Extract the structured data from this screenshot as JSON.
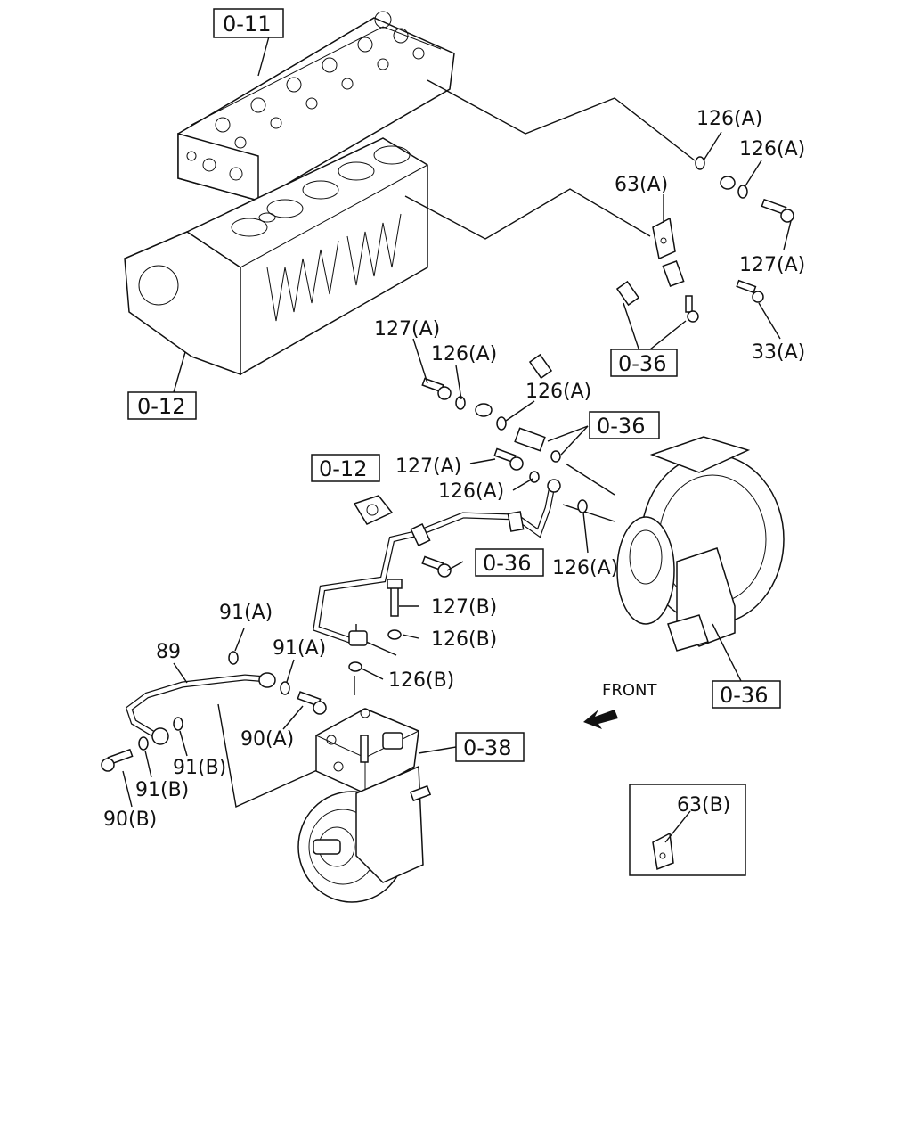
{
  "diagram": {
    "front_label": "FRONT",
    "ref_boxes": {
      "cyl_head": "0-11",
      "cyl_block": "0-12",
      "oil_pipe_upper": "0-36",
      "turbo_fitting": "0-36",
      "pump_block": "0-12",
      "pipe_lower": "0-36",
      "turbocharger": "0-36",
      "compressor": "0-38"
    },
    "labels": {
      "washer_126a_1": "126(A)",
      "washer_126a_2": "126(A)",
      "bracket_63a": "63(A)",
      "bolt_127a_1": "127(A)",
      "bolt_33a": "33(A)",
      "bolt_127a_2": "127(A)",
      "washer_126a_3": "126(A)",
      "washer_126a_4": "126(A)",
      "bolt_127a_3": "127(A)",
      "washer_126a_5": "126(A)",
      "washer_126a_6": "126(A)",
      "bolt_127b": "127(B)",
      "washer_126b_1": "126(B)",
      "washer_126b_2": "126(B)",
      "washer_91a_1": "91(A)",
      "washer_91a_2": "91(A)",
      "pipe_89": "89",
      "bolt_90a": "90(A)",
      "washer_91b_1": "91(B)",
      "washer_91b_2": "91(B)",
      "bolt_90b": "90(B)",
      "bracket_63b": "63(B)"
    }
  }
}
